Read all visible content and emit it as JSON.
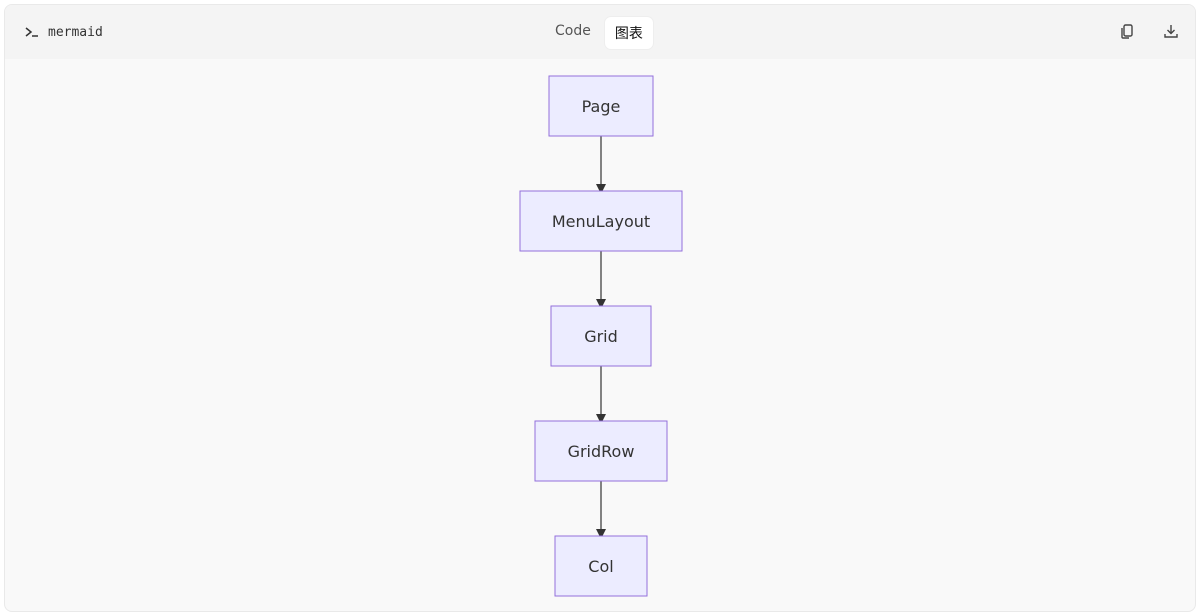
{
  "toolbar": {
    "language": "mermaid",
    "prompt_icon": "terminal-prompt-icon",
    "tabs": [
      {
        "label": "Code",
        "active": false
      },
      {
        "label": "图表",
        "active": true
      }
    ],
    "actions": [
      {
        "name": "copy-icon"
      },
      {
        "name": "download-icon"
      }
    ]
  },
  "diagram": {
    "type": "flowchart-TD",
    "nodes": [
      {
        "id": "page",
        "label": "Page"
      },
      {
        "id": "menulayout",
        "label": "MenuLayout"
      },
      {
        "id": "grid",
        "label": "Grid"
      },
      {
        "id": "gridrow",
        "label": "GridRow"
      },
      {
        "id": "col",
        "label": "Col"
      }
    ],
    "edges": [
      {
        "from": "page",
        "to": "menulayout"
      },
      {
        "from": "menulayout",
        "to": "grid"
      },
      {
        "from": "grid",
        "to": "gridrow"
      },
      {
        "from": "gridrow",
        "to": "col"
      }
    ],
    "colors": {
      "node_fill": "#ececff",
      "node_stroke": "#9370db",
      "edge": "#333333"
    }
  }
}
